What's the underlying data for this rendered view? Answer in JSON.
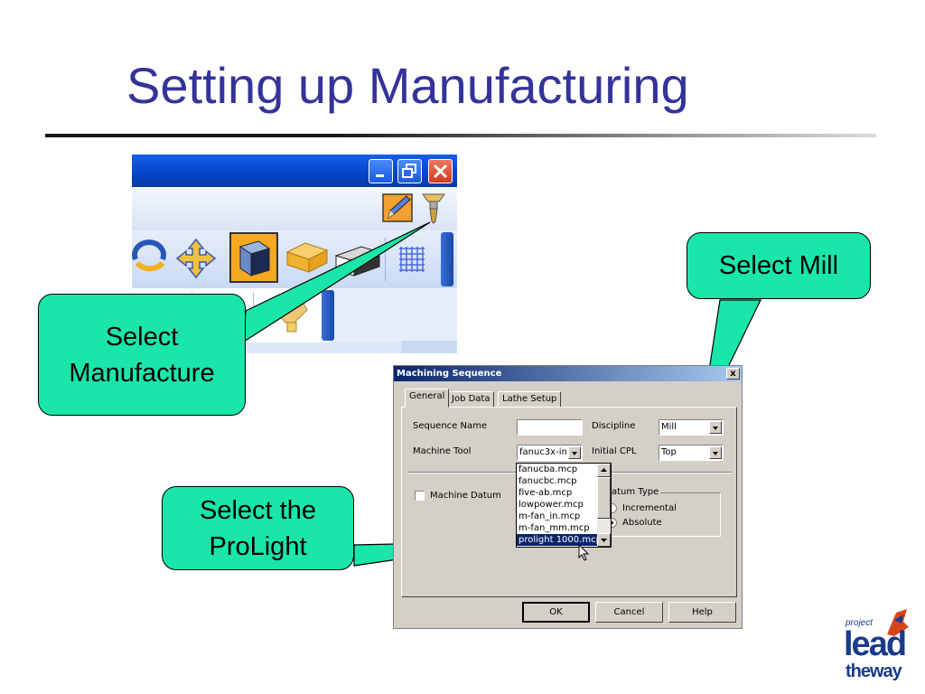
{
  "slide": {
    "title": "Setting up Manufacturing"
  },
  "callouts": {
    "manufacture": [
      "Select",
      "Manufacture"
    ],
    "mill": "Select Mill",
    "prolight": [
      "Select the",
      "ProLight"
    ]
  },
  "toolbar": {
    "icons": [
      "minimize-icon",
      "restore-icon",
      "close-icon",
      "edit-pencil-icon",
      "manufacture-drill-icon",
      "spin-icon",
      "pan-icon",
      "view-cube-icon",
      "shaded-view-icon",
      "hidden-line-icon",
      "grid-icon"
    ]
  },
  "dialog": {
    "title": "Machining Sequence",
    "close_glyph": "x",
    "tabs": [
      "General",
      "Job Data",
      "Lathe Setup"
    ],
    "sequence_name_label": "Sequence Name",
    "sequence_name_value": "",
    "discipline_label": "Discipline",
    "discipline_value": "Mill",
    "machine_tool_label": "Machine Tool",
    "machine_tool_value": "fanuc3x-in.",
    "initial_cpl_label": "Initial CPL",
    "initial_cpl_value": "Top",
    "machine_datum_label": "Machine Datum",
    "datum_type_label": "atum Type",
    "incremental_label": "Incremental",
    "absolute_label": "Absolute",
    "machine_list": [
      "fanucba.mcp",
      "fanucbc.mcp",
      "five-ab.mcp",
      "lowpower.mcp",
      "m-fan_in.mcp",
      "m-fan_mm.mcp",
      "prolight 1000.mcp"
    ],
    "selected_machine": "prolight 1000.mcp",
    "buttons": {
      "ok": "OK",
      "cancel": "Cancel",
      "help": "Help"
    }
  },
  "logo": {
    "small": "project",
    "large": "lead",
    "medium": "theway"
  },
  "colors": {
    "title": "#33339a",
    "callout_fill": "#19e6a8",
    "selection": "#0a246a"
  }
}
